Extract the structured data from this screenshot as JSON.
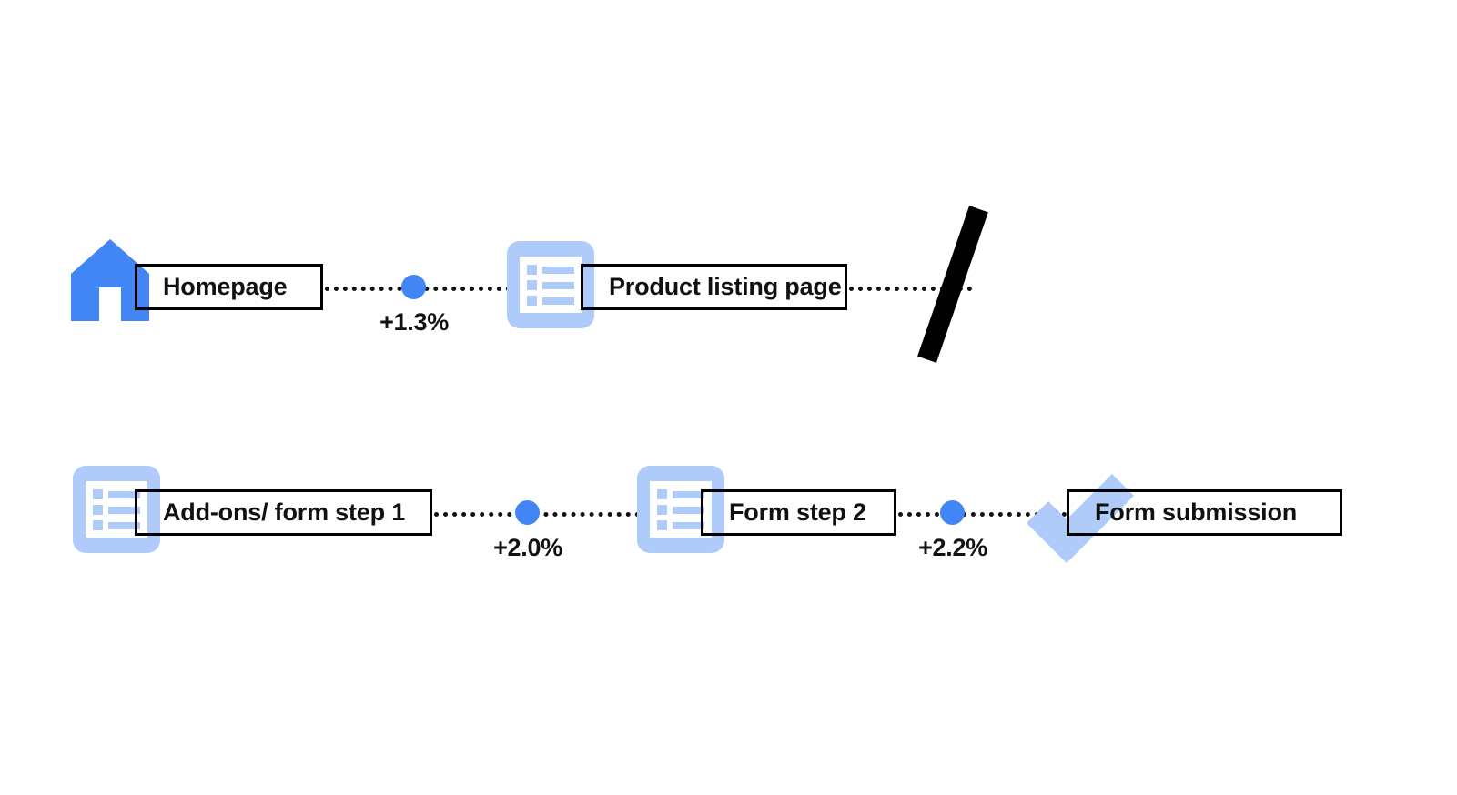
{
  "diagram": {
    "type": "funnel-flow",
    "background_color": "#FFFFFF",
    "accent_color": "#4285F4",
    "light_accent_color": "#AECBFA",
    "line_color": "#111111",
    "rows": [
      {
        "id": "row-1",
        "steps": [
          {
            "id": "homepage",
            "label": "Homepage",
            "icon": "house-icon",
            "icon_color": "#4285F4"
          },
          {
            "id": "product-listing-page",
            "label": "Product listing page",
            "icon": "list-document-icon",
            "icon_color": "#AECBFA"
          }
        ],
        "metrics": [
          {
            "id": "metric-homepage-to-plp",
            "value": "+1.3%",
            "dot_color": "#4285F4"
          }
        ],
        "end_marker": {
          "id": "flow-break-slash",
          "shape": "diagonal-bar",
          "color": "#000000"
        }
      },
      {
        "id": "row-2",
        "steps": [
          {
            "id": "add-ons-form-step-1",
            "label": "Add-ons/ form step 1",
            "icon": "list-document-icon",
            "icon_color": "#AECBFA"
          },
          {
            "id": "form-step-2",
            "label": "Form step 2",
            "icon": "list-document-icon",
            "icon_color": "#AECBFA"
          },
          {
            "id": "form-submission",
            "label": "Form submission",
            "icon": "check-icon",
            "icon_color": "#AECBFA"
          }
        ],
        "metrics": [
          {
            "id": "metric-addons-to-step2",
            "value": "+2.0%",
            "dot_color": "#4285F4"
          },
          {
            "id": "metric-step2-to-submission",
            "value": "+2.2%",
            "dot_color": "#4285F4"
          }
        ]
      }
    ]
  }
}
